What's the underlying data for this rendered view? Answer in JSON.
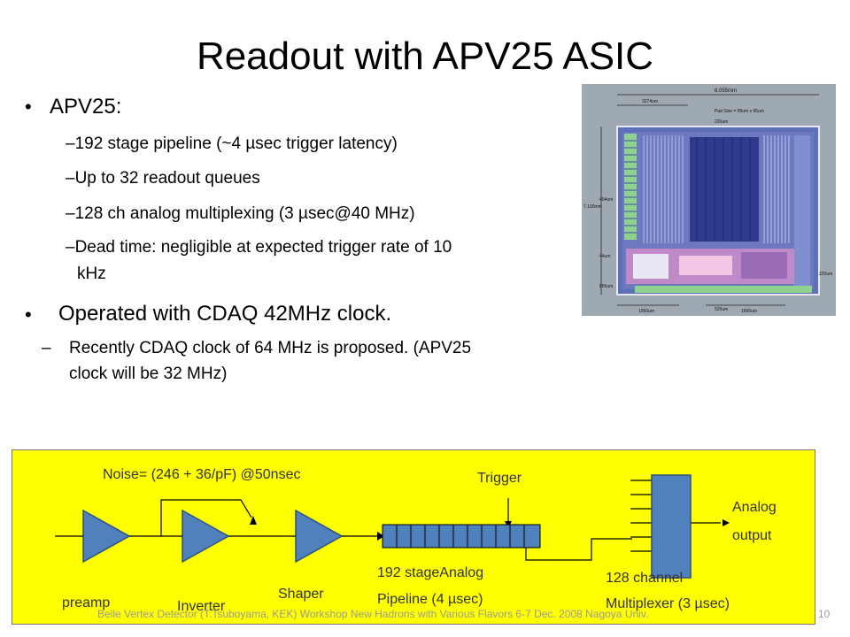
{
  "title": "Readout with APV25 ASIC",
  "bullets": {
    "apv_heading": "APV25:",
    "apv_items": [
      "192 stage pipeline (~4 µsec trigger latency)",
      "Up to 32 readout queues",
      "128 ch analog multiplexing (3 µsec@40 MHz)",
      "Dead time: negligible at expected trigger rate of 10",
      "kHz"
    ],
    "operated": "Operated with CDAQ 42MHz clock.",
    "recent_line1": "Recently CDAQ clock of 64 MHz is proposed. (APV25",
    "recent_line2": "clock will be 32 MHz)"
  },
  "chip_labels": {
    "width": "8.055mm",
    "left_dim": "3274um",
    "pad_top": "Pad Size = 95um x 95um",
    "height": "7.100mm",
    "d404": "404um",
    "d44": "44um",
    "d865": "865um",
    "d1950": "1950um",
    "d1695": "1695um",
    "d220": "220um",
    "d225": "225um",
    "d525": "525um"
  },
  "diagram": {
    "noise": "Noise= (246 + 36/pF)  @50nsec",
    "trigger": "Trigger",
    "analog_output_1": "Analog",
    "analog_output_2": "output",
    "preamp": "preamp",
    "inverter": "Inverter",
    "shaper": "Shaper",
    "pipeline_1": "192 stageAnalog",
    "pipeline_2": "Pipeline (4 µsec)",
    "mux_1": "128 channel",
    "mux_2": "Multiplexer (3 µsec)"
  },
  "footer": "Belle Vertex Detector (T.Tsuboyama, KEK) Workshop New Hadrons with Various Flavors  6-7 Dec. 2008  Nagoya Univ.",
  "page_number": "10",
  "colors": {
    "panel": "#ffff00",
    "triangle": "#4f81bd",
    "chip_bg": "#9fa9b1"
  }
}
